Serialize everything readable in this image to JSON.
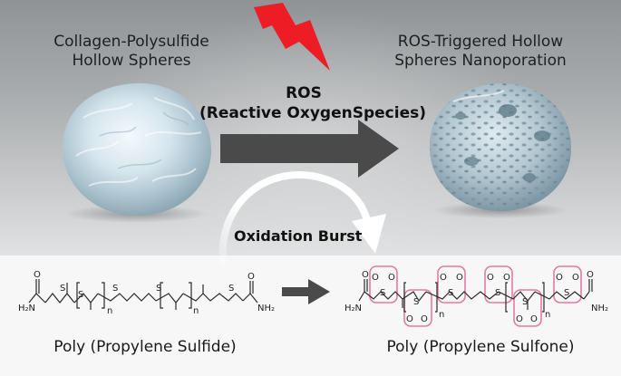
{
  "labels": {
    "left_sphere": [
      "Collagen-Polysulfide",
      "Hollow Spheres"
    ],
    "right_sphere": [
      "ROS-Triggered Hollow",
      "Spheres Nanoporation"
    ],
    "ros": [
      "ROS",
      "(Reactive OxygenSpecies)"
    ],
    "burst": "Oxidation Burst",
    "polymer_left": "Poly (Propylene Sulfide)",
    "polymer_right": "Poly (Propylene Sulfone)"
  },
  "chem": {
    "atom_S": "S",
    "atom_O": "O",
    "sub_n": "n",
    "amide_left": "H₂N",
    "amide_right": "NH₂"
  },
  "colors": {
    "arrow": "#4a4a4a",
    "lightning": "#ee1c25",
    "highlight": "#e27ba2",
    "bond": "#2a2a2a"
  }
}
